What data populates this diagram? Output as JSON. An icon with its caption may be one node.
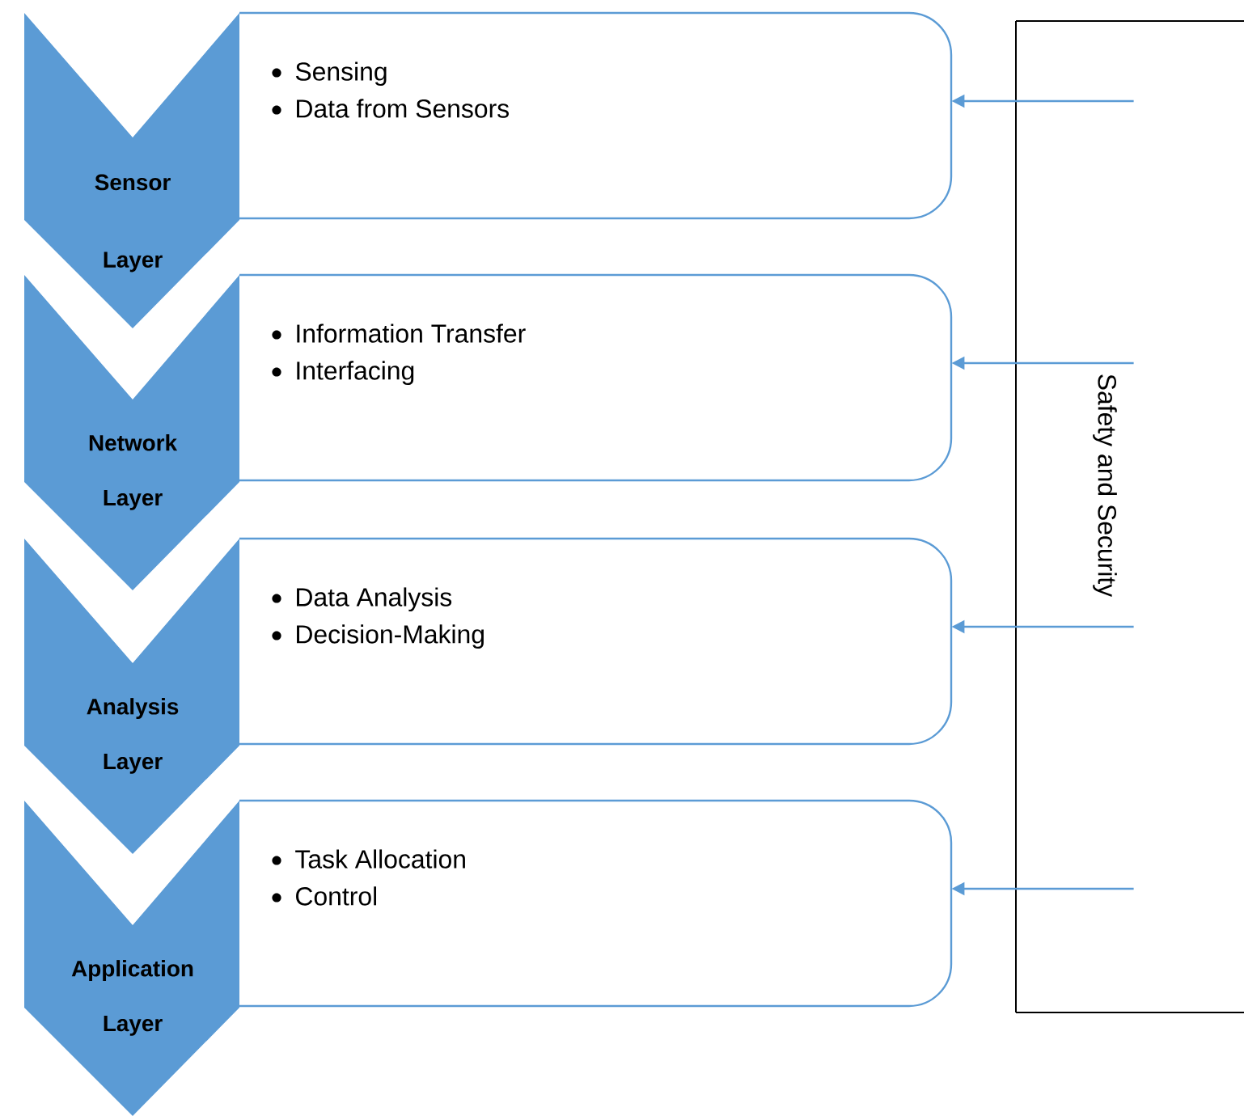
{
  "diagram": {
    "nodes": [
      {
        "text": [
          "Sensor Layer"
        ]
      },
      {
        "text": [
          "Network Layer"
        ]
      },
      {
        "text": [
          "Analysis Layer"
        ]
      },
      {
        "text": [
          "Application Layer"
        ]
      },
      {
        "text": [
          "Sensing",
          "Data from Sensors"
        ]
      },
      {
        "text": [
          "Information Transfer",
          "Interfacing"
        ]
      },
      {
        "text": [
          "Data Analysis",
          "Decision-Making"
        ]
      },
      {
        "text": [
          "Task Allocation",
          "Control"
        ]
      },
      {
        "text": [
          "Safety and Security"
        ]
      }
    ],
    "edges": [
      {
        "from": 8,
        "to": 4,
        "arrow": "to"
      },
      {
        "from": 8,
        "to": 5,
        "arrow": "to"
      },
      {
        "from": 8,
        "to": 6,
        "arrow": "to"
      },
      {
        "from": 8,
        "to": 7,
        "arrow": "to"
      }
    ]
  }
}
